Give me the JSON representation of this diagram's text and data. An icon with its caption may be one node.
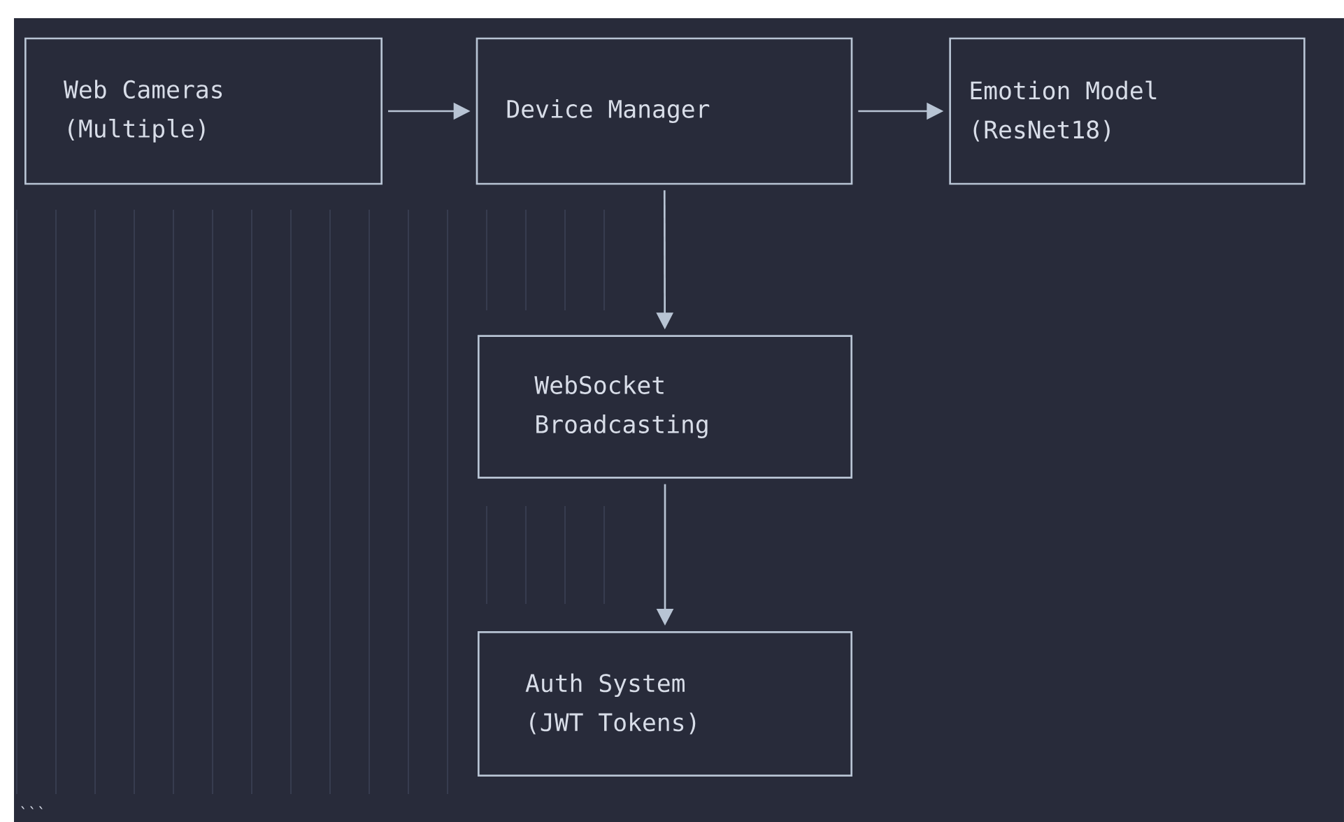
{
  "diagram": {
    "nodes": [
      {
        "text": [
          "Web Cameras",
          "(Multiple)"
        ]
      },
      {
        "text": [
          "Device Manager"
        ]
      },
      {
        "text": [
          "Emotion Model",
          "(ResNet18)"
        ]
      },
      {
        "text": [
          "WebSocket Broadcasting"
        ]
      },
      {
        "text": [
          "Auth System",
          "(JWT Tokens)"
        ]
      }
    ],
    "edges": [
      {
        "from": 0,
        "to": 1,
        "arrow": "to"
      },
      {
        "from": 1,
        "to": 2,
        "arrow": "to"
      },
      {
        "from": 1,
        "to": 3,
        "arrow": "to"
      },
      {
        "from": 3,
        "to": 4,
        "arrow": "to"
      }
    ],
    "labels": [
      "```"
    ]
  }
}
